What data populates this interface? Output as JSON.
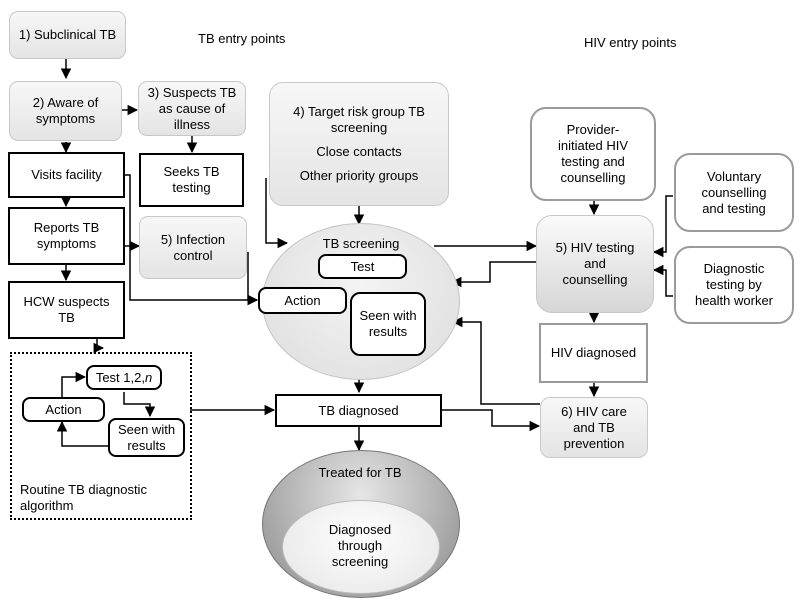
{
  "headings": {
    "tb_entry": "TB entry points",
    "hiv_entry": "HIV entry points"
  },
  "tb_pathway": {
    "subclinical": "1) Subclinical TB",
    "aware": "2) Aware of\nsymptoms",
    "suspects": "3) Suspects TB\nas cause of\nillness",
    "visits": "Visits facility",
    "seeks": "Seeks TB\ntesting",
    "reports": "Reports TB\nsymptoms",
    "infection_control": "5) Infection\ncontrol",
    "hcw": "HCW suspects\nTB"
  },
  "screening_group": {
    "title": "4) Target risk group TB\nscreening",
    "line1": "Close contacts",
    "line2": "Other priority groups"
  },
  "tb_screening": {
    "label": "TB screening",
    "test": "Test",
    "action": "Action",
    "seen": "Seen with\nresults"
  },
  "routine": {
    "test_prefix": "Test 1,2,",
    "test_n": "n",
    "action": "Action",
    "seen": "Seen with\nresults",
    "caption": "Routine TB diagnostic\nalgorithm"
  },
  "outcomes": {
    "tb_diagnosed": "TB diagnosed",
    "treated": "Treated for TB",
    "diagnosed_screening": "Diagnosed\nthrough\nscreening"
  },
  "hiv": {
    "provider": "Provider-\ninitiated HIV\ntesting and\ncounselling",
    "voluntary": "Voluntary\ncounselling\nand testing",
    "testing": "5) HIV testing\nand\ncounselling",
    "diagnostic": "Diagnostic\ntesting by\nhealth worker",
    "diagnosed": "HIV diagnosed",
    "care": "6) HIV care\nand TB\nprevention"
  }
}
